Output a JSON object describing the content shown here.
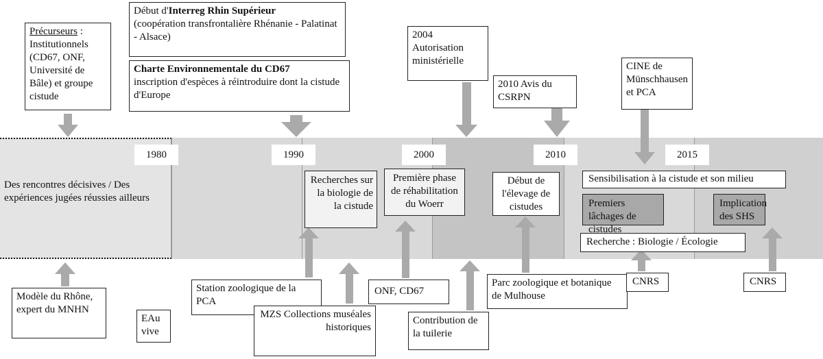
{
  "timeline": {
    "years": [
      "1980",
      "1990",
      "2000",
      "2010",
      "2015"
    ]
  },
  "top_boxes": {
    "precurseurs_title": "Précurseurs",
    "precurseurs_colon": " :",
    "precurseurs_body": "Institutionnels (CD67, ONF, Université de Bâle) et groupe cistude",
    "interreg_prefix": "Début d'",
    "interreg_bold": "Interreg Rhin Supérieur",
    "interreg_body": "(coopération transfrontalière Rhénanie - Palatinat - Alsace)",
    "charte_bold": "Charte Environnementale du CD67",
    "charte_body": "inscription d'espèces à réintroduire dont la cistude d'Europe",
    "auth_2004": "2004 Autorisation ministérielle",
    "avis_2010": "2010 Avis du CSRPN",
    "cine": "CINE de Münschhausen et PCA"
  },
  "band_boxes": {
    "rencontres": "Des rencontres décisives / Des expériences jugées réussies ailleurs",
    "recherches": "Recherches sur la biologie de la cistude",
    "premiere_phase": "Première phase de réhabilitation du Woerr",
    "debut_elevage": "Début de l'élevage de cistudes",
    "sensibilisation": "Sensibilisation à la cistude et son milieu",
    "premiers_lachages": "Premiers lâchages de cistudes",
    "implication": "Implication des SHS",
    "recherche_bio": "Recherche : Biologie / Écologie"
  },
  "bottom_boxes": {
    "modele_rhone": "Modèle du Rhône, expert du MNHN",
    "eau_vive": "EAu vive",
    "station_pca": "Station zoologique de la PCA",
    "mzs": "MZS Collections muséales historiques",
    "onf_cd67": "ONF, CD67",
    "contribution": "Contribution de la tuilerie",
    "parc_mulhouse": "Parc zoologique et botanique de Mulhouse",
    "cnrs_1": "CNRS",
    "cnrs_2": "CNRS"
  },
  "colors": {
    "band": "#d9d9d9",
    "band_dark": "#c4c4c4",
    "arrow": "#aaaaaa",
    "box_grey": "#a8a8a8"
  }
}
